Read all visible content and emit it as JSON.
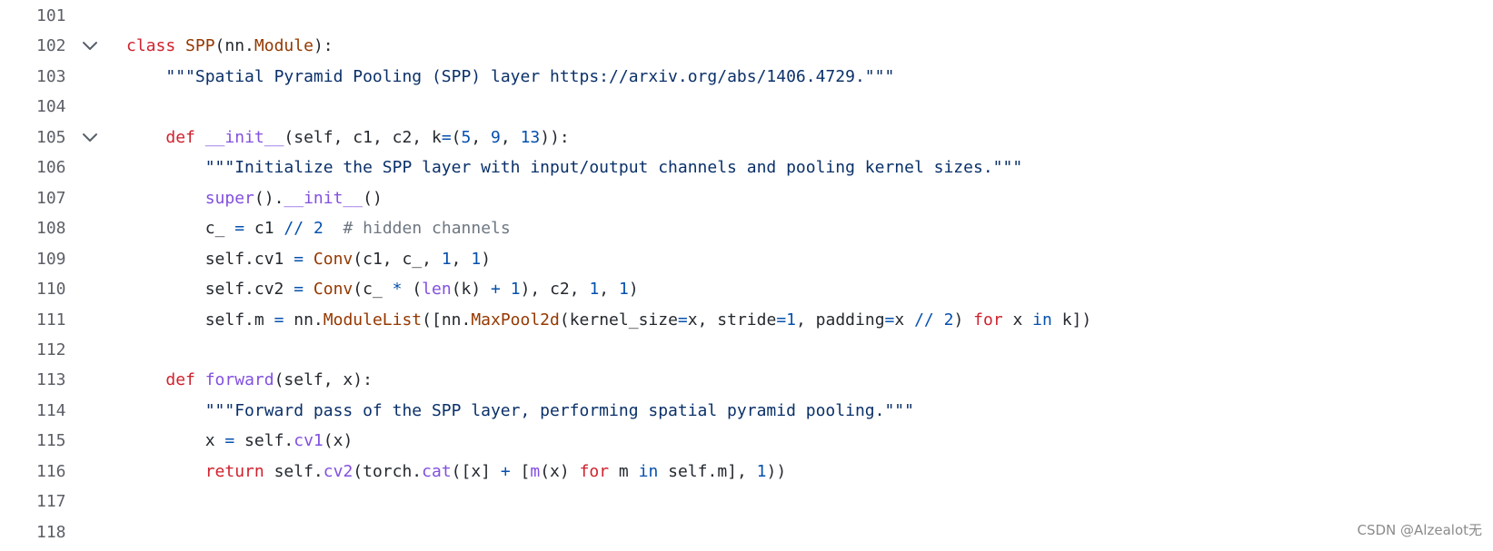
{
  "lines": [
    {
      "number": "101",
      "fold": false,
      "tokens": []
    },
    {
      "number": "102",
      "fold": true,
      "tokens": [
        {
          "t": "class",
          "k": "keyword"
        },
        {
          "t": " ",
          "k": "plain"
        },
        {
          "t": "SPP",
          "k": "class"
        },
        {
          "t": "(nn.",
          "k": "plain"
        },
        {
          "t": "Module",
          "k": "class"
        },
        {
          "t": "):",
          "k": "plain"
        }
      ]
    },
    {
      "number": "103",
      "fold": false,
      "tokens": [
        {
          "t": "    ",
          "k": "plain"
        },
        {
          "t": "\"\"\"Spatial Pyramid Pooling (SPP) layer https://arxiv.org/abs/1406.4729.\"\"\"",
          "k": "string"
        }
      ]
    },
    {
      "number": "104",
      "fold": false,
      "tokens": []
    },
    {
      "number": "105",
      "fold": true,
      "tokens": [
        {
          "t": "    ",
          "k": "plain"
        },
        {
          "t": "def",
          "k": "keyword"
        },
        {
          "t": " ",
          "k": "plain"
        },
        {
          "t": "__init__",
          "k": "func"
        },
        {
          "t": "(self, c1, c2, k",
          "k": "plain"
        },
        {
          "t": "=",
          "k": "operator"
        },
        {
          "t": "(",
          "k": "plain"
        },
        {
          "t": "5",
          "k": "number"
        },
        {
          "t": ", ",
          "k": "plain"
        },
        {
          "t": "9",
          "k": "number"
        },
        {
          "t": ", ",
          "k": "plain"
        },
        {
          "t": "13",
          "k": "number"
        },
        {
          "t": ")):",
          "k": "plain"
        }
      ]
    },
    {
      "number": "106",
      "fold": false,
      "tokens": [
        {
          "t": "        ",
          "k": "plain"
        },
        {
          "t": "\"\"\"Initialize the SPP layer with input/output channels and pooling kernel sizes.\"\"\"",
          "k": "string"
        }
      ]
    },
    {
      "number": "107",
      "fold": false,
      "tokens": [
        {
          "t": "        ",
          "k": "plain"
        },
        {
          "t": "super",
          "k": "builtin"
        },
        {
          "t": "().",
          "k": "plain"
        },
        {
          "t": "__init__",
          "k": "func"
        },
        {
          "t": "()",
          "k": "plain"
        }
      ]
    },
    {
      "number": "108",
      "fold": false,
      "tokens": [
        {
          "t": "        c_ ",
          "k": "plain"
        },
        {
          "t": "=",
          "k": "operator"
        },
        {
          "t": " c1 ",
          "k": "plain"
        },
        {
          "t": "//",
          "k": "operator"
        },
        {
          "t": " ",
          "k": "plain"
        },
        {
          "t": "2",
          "k": "number"
        },
        {
          "t": "  ",
          "k": "plain"
        },
        {
          "t": "# hidden channels",
          "k": "comment"
        }
      ]
    },
    {
      "number": "109",
      "fold": false,
      "tokens": [
        {
          "t": "        self.cv1 ",
          "k": "plain"
        },
        {
          "t": "=",
          "k": "operator"
        },
        {
          "t": " ",
          "k": "plain"
        },
        {
          "t": "Conv",
          "k": "class"
        },
        {
          "t": "(c1, c_, ",
          "k": "plain"
        },
        {
          "t": "1",
          "k": "number"
        },
        {
          "t": ", ",
          "k": "plain"
        },
        {
          "t": "1",
          "k": "number"
        },
        {
          "t": ")",
          "k": "plain"
        }
      ]
    },
    {
      "number": "110",
      "fold": false,
      "tokens": [
        {
          "t": "        self.cv2 ",
          "k": "plain"
        },
        {
          "t": "=",
          "k": "operator"
        },
        {
          "t": " ",
          "k": "plain"
        },
        {
          "t": "Conv",
          "k": "class"
        },
        {
          "t": "(c_ ",
          "k": "plain"
        },
        {
          "t": "*",
          "k": "operator"
        },
        {
          "t": " (",
          "k": "plain"
        },
        {
          "t": "len",
          "k": "builtin"
        },
        {
          "t": "(k) ",
          "k": "plain"
        },
        {
          "t": "+",
          "k": "operator"
        },
        {
          "t": " ",
          "k": "plain"
        },
        {
          "t": "1",
          "k": "number"
        },
        {
          "t": "), c2, ",
          "k": "plain"
        },
        {
          "t": "1",
          "k": "number"
        },
        {
          "t": ", ",
          "k": "plain"
        },
        {
          "t": "1",
          "k": "number"
        },
        {
          "t": ")",
          "k": "plain"
        }
      ]
    },
    {
      "number": "111",
      "fold": false,
      "tokens": [
        {
          "t": "        self.m ",
          "k": "plain"
        },
        {
          "t": "=",
          "k": "operator"
        },
        {
          "t": " nn.",
          "k": "plain"
        },
        {
          "t": "ModuleList",
          "k": "class"
        },
        {
          "t": "([nn.",
          "k": "plain"
        },
        {
          "t": "MaxPool2d",
          "k": "class"
        },
        {
          "t": "(kernel_size",
          "k": "plain"
        },
        {
          "t": "=",
          "k": "operator"
        },
        {
          "t": "x, stride",
          "k": "plain"
        },
        {
          "t": "=",
          "k": "operator"
        },
        {
          "t": "1",
          "k": "number"
        },
        {
          "t": ", padding",
          "k": "plain"
        },
        {
          "t": "=",
          "k": "operator"
        },
        {
          "t": "x ",
          "k": "plain"
        },
        {
          "t": "//",
          "k": "operator"
        },
        {
          "t": " ",
          "k": "plain"
        },
        {
          "t": "2",
          "k": "number"
        },
        {
          "t": ") ",
          "k": "plain"
        },
        {
          "t": "for",
          "k": "keyword"
        },
        {
          "t": " x ",
          "k": "plain"
        },
        {
          "t": "in",
          "k": "operator"
        },
        {
          "t": " k])",
          "k": "plain"
        }
      ]
    },
    {
      "number": "112",
      "fold": false,
      "tokens": []
    },
    {
      "number": "113",
      "fold": false,
      "tokens": [
        {
          "t": "    ",
          "k": "plain"
        },
        {
          "t": "def",
          "k": "keyword"
        },
        {
          "t": " ",
          "k": "plain"
        },
        {
          "t": "forward",
          "k": "func"
        },
        {
          "t": "(self, x):",
          "k": "plain"
        }
      ]
    },
    {
      "number": "114",
      "fold": false,
      "tokens": [
        {
          "t": "        ",
          "k": "plain"
        },
        {
          "t": "\"\"\"Forward pass of the SPP layer, performing spatial pyramid pooling.\"\"\"",
          "k": "string"
        }
      ]
    },
    {
      "number": "115",
      "fold": false,
      "tokens": [
        {
          "t": "        x ",
          "k": "plain"
        },
        {
          "t": "=",
          "k": "operator"
        },
        {
          "t": " self.",
          "k": "plain"
        },
        {
          "t": "cv1",
          "k": "func"
        },
        {
          "t": "(x)",
          "k": "plain"
        }
      ]
    },
    {
      "number": "116",
      "fold": false,
      "tokens": [
        {
          "t": "        ",
          "k": "plain"
        },
        {
          "t": "return",
          "k": "keyword"
        },
        {
          "t": " self.",
          "k": "plain"
        },
        {
          "t": "cv2",
          "k": "func"
        },
        {
          "t": "(torch.",
          "k": "plain"
        },
        {
          "t": "cat",
          "k": "func"
        },
        {
          "t": "([x] ",
          "k": "plain"
        },
        {
          "t": "+",
          "k": "operator"
        },
        {
          "t": " [",
          "k": "plain"
        },
        {
          "t": "m",
          "k": "func"
        },
        {
          "t": "(x) ",
          "k": "plain"
        },
        {
          "t": "for",
          "k": "keyword"
        },
        {
          "t": " m ",
          "k": "plain"
        },
        {
          "t": "in",
          "k": "operator"
        },
        {
          "t": " self.m], ",
          "k": "plain"
        },
        {
          "t": "1",
          "k": "number"
        },
        {
          "t": "))",
          "k": "plain"
        }
      ]
    },
    {
      "number": "117",
      "fold": false,
      "tokens": []
    },
    {
      "number": "118",
      "fold": false,
      "tokens": []
    }
  ],
  "fold_icon": "chevron-down-icon",
  "watermark": "CSDN @Alzealot无",
  "colors": {
    "keyword": "#cf222e",
    "func": "#8250df",
    "class": "#953800",
    "string": "#0a3069",
    "number": "#0550ae",
    "comment": "#6e7781",
    "plain": "#24292f",
    "line_number": "#5c5f66"
  }
}
